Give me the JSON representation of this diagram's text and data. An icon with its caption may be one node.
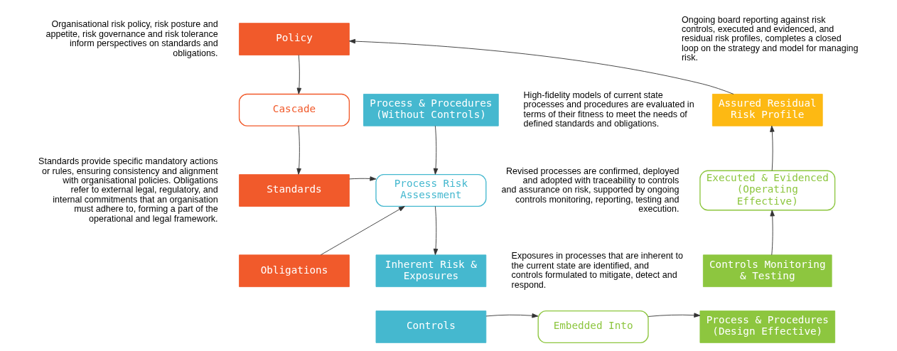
{
  "diagram": {
    "nodes": [
      {
        "text": [
          "Policy"
        ],
        "beside": [
          "Organisational risk policy, risk posture and appetite, risk governance and risk tolerance inform perspectives on standards and obligations."
        ]
      },
      {
        "text": [
          "Cascade"
        ]
      },
      {
        "text": [
          "Standards"
        ],
        "beside": [
          "Standards provide specific mandatory actions or rules, ensuring consistency and alignment with organisational policies. Obligations refer to external legal, regulatory, and internal commitments that an organisation must adhere to, forming a part of the operational and legal framework."
        ]
      },
      {
        "text": [
          "Obligations"
        ]
      },
      {
        "text": [
          "Process & Procedures (Without Controls)"
        ],
        "beside": [
          "High-fidelity models of current state processes and procedures are evaluated in terms of their fitness to meet the needs of defined standards and obligations."
        ]
      },
      {
        "text": [
          "Process Risk Assessment"
        ]
      },
      {
        "text": [
          "Inherent Risk & Exposures"
        ],
        "beside": [
          "Exposures in processes that are inherent to the current state are identified, and controls formulated to mitigate, detect and respond."
        ]
      },
      {
        "text": [
          "Controls"
        ]
      },
      {
        "text": [
          "Embedded Into"
        ]
      },
      {
        "text": [
          "Process & Procedures (Design Effective)"
        ]
      },
      {
        "text": [
          "Controls Monitoring & Testing"
        ]
      },
      {
        "text": [
          "Executed & Evidenced (Operating Effective)"
        ],
        "beside": [
          "Revised processes are confirmed, deployed and adopted with traceability to controls and assurance on risk, supported by ongoing controls monitoring, reporting, testing and execution."
        ]
      },
      {
        "text": [
          "Assured Residual Risk Profile"
        ],
        "beside": [
          "Ongoing board reporting against risk controls, executed and evidenced, and residual risk profiles, completes a closed loop on the strategy and model for managing risk."
        ]
      }
    ],
    "edges": [
      {
        "from": 0,
        "to": 1,
        "arrow": "to"
      },
      {
        "from": 1,
        "to": 2,
        "arrow": "to"
      },
      {
        "from": 2,
        "to": 5,
        "arrow": "to"
      },
      {
        "from": 3,
        "to": 5,
        "arrow": "to"
      },
      {
        "from": 4,
        "to": 5,
        "arrow": "to"
      },
      {
        "from": 5,
        "to": 6,
        "arrow": "to"
      },
      {
        "from": 7,
        "to": 8,
        "arrow": "to"
      },
      {
        "from": 8,
        "to": 9,
        "arrow": "to"
      },
      {
        "from": 10,
        "to": 11,
        "arrow": "to"
      },
      {
        "from": 11,
        "to": 12,
        "arrow": "to"
      },
      {
        "from": 12,
        "to": 0,
        "arrow": "to"
      }
    ]
  }
}
